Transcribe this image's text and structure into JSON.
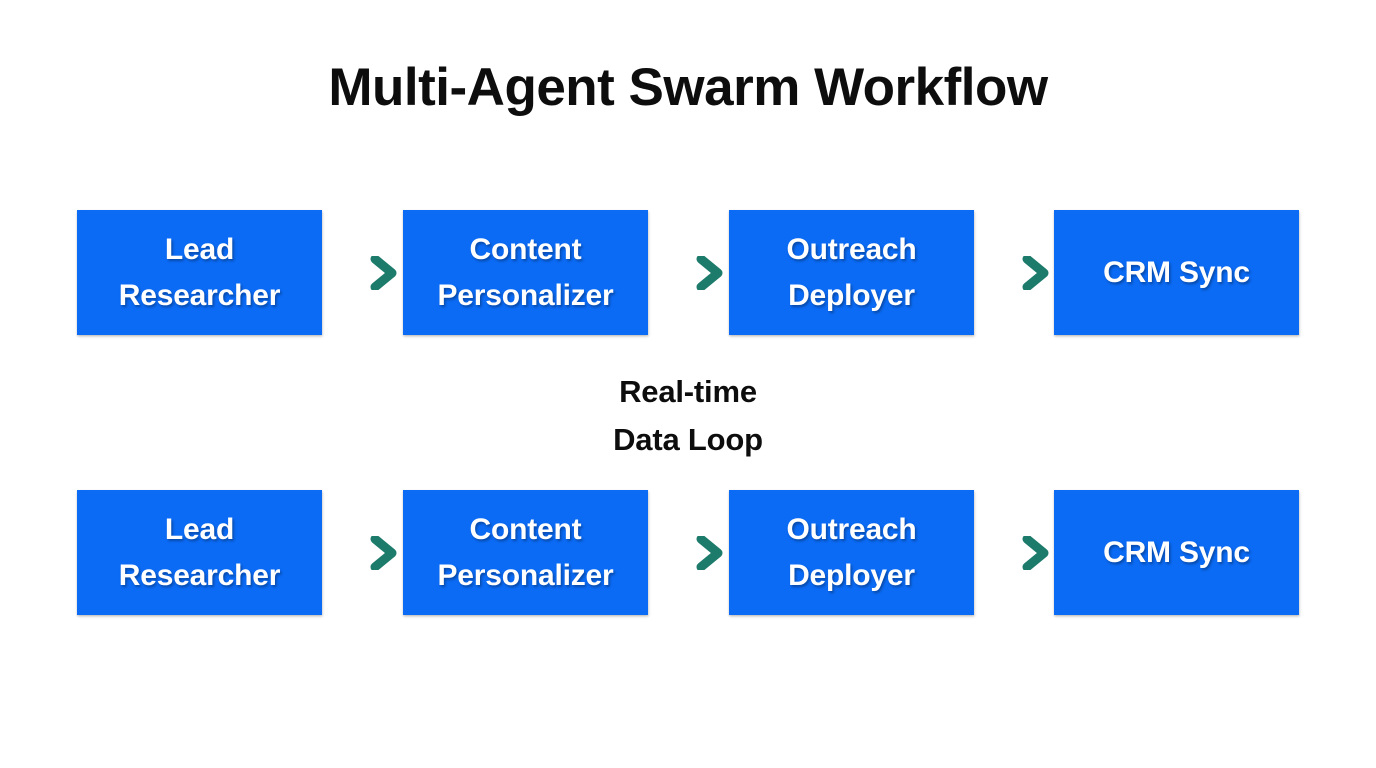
{
  "diagram": {
    "title": "Multi-Agent Swarm Workflow",
    "background_color": "#ffffff",
    "node_color": "#0b6bf5",
    "node_text_color": "#ffffff",
    "arrow_color": "#15897e",
    "title_color": "#0d0d0d",
    "type": "flowchart",
    "rows": [
      {
        "id": "row-top",
        "nodes": [
          {
            "label": "Lead\nResearcher"
          },
          {
            "label": "Content\nPersonalizer"
          },
          {
            "label": "Outreach\nDeployer"
          },
          {
            "label": "CRM Sync"
          }
        ],
        "connectors": [
          {
            "icon": "arrow-right-icon"
          },
          {
            "icon": "arrow-right-icon"
          },
          {
            "icon": "arrow-right-icon"
          }
        ]
      },
      {
        "id": "row-bottom",
        "nodes": [
          {
            "label": "Lead\nResearcher"
          },
          {
            "label": "Content\nPersonalizer"
          },
          {
            "label": "Outreach\nDeployer"
          },
          {
            "label": "CRM Sync"
          }
        ],
        "connectors": [
          {
            "icon": "arrow-right-icon"
          },
          {
            "icon": "arrow-right-icon"
          },
          {
            "icon": "arrow-right-icon"
          }
        ]
      }
    ],
    "center_label": "Real-time\nData Loop"
  }
}
